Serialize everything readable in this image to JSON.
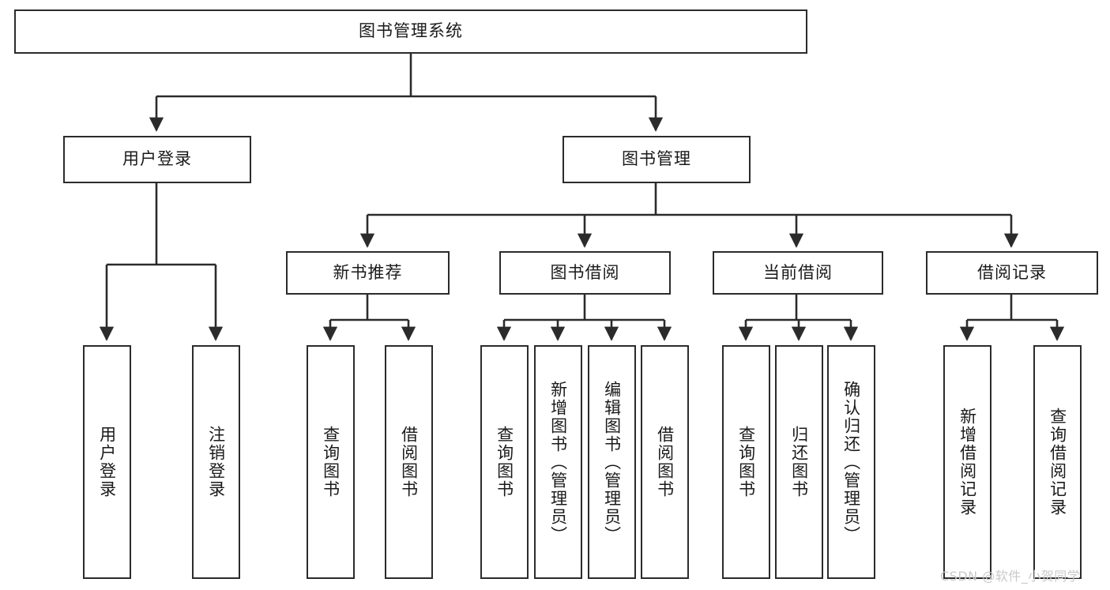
{
  "diagram": {
    "title": "图书管理系统",
    "orientation": "top-down tree",
    "background_color": "#ffffff",
    "line_color": "#2b2b2b",
    "text_color": "#1a1a1a",
    "root": {
      "id": "root",
      "label": "图书管理系统",
      "text_direction": "horizontal"
    },
    "level1": [
      {
        "id": "user-login",
        "label": "用户登录",
        "text_direction": "horizontal"
      },
      {
        "id": "book-management",
        "label": "图书管理",
        "text_direction": "horizontal"
      }
    ],
    "level2": [
      {
        "id": "new-book-recommend",
        "label": "新书推荐",
        "parent": "book-management",
        "text_direction": "horizontal"
      },
      {
        "id": "book-borrow",
        "label": "图书借阅",
        "parent": "book-management",
        "text_direction": "horizontal"
      },
      {
        "id": "current-borrow",
        "label": "当前借阅",
        "parent": "book-management",
        "text_direction": "horizontal"
      },
      {
        "id": "borrow-record",
        "label": "借阅记录",
        "parent": "book-management",
        "text_direction": "horizontal"
      }
    ],
    "leaves": [
      {
        "id": "leaf-user-login",
        "label": "用户登录",
        "parent": "user-login",
        "text_direction": "vertical"
      },
      {
        "id": "leaf-logout-login",
        "label": "注销登录",
        "parent": "user-login",
        "text_direction": "vertical"
      },
      {
        "id": "leaf-query-book-1",
        "label": "查询图书",
        "parent": "new-book-recommend",
        "text_direction": "vertical"
      },
      {
        "id": "leaf-borrow-book-1",
        "label": "借阅图书",
        "parent": "new-book-recommend",
        "text_direction": "vertical"
      },
      {
        "id": "leaf-query-book-2",
        "label": "查询图书",
        "parent": "book-borrow",
        "text_direction": "vertical"
      },
      {
        "id": "leaf-add-book",
        "label": "新增图书（管理员）",
        "parent": "book-borrow",
        "text_direction": "vertical"
      },
      {
        "id": "leaf-edit-book",
        "label": "编辑图书（管理员）",
        "parent": "book-borrow",
        "text_direction": "vertical"
      },
      {
        "id": "leaf-borrow-book-2",
        "label": "借阅图书",
        "parent": "book-borrow",
        "text_direction": "vertical"
      },
      {
        "id": "leaf-query-book-3",
        "label": "查询图书",
        "parent": "current-borrow",
        "text_direction": "vertical"
      },
      {
        "id": "leaf-return-book",
        "label": "归还图书",
        "parent": "current-borrow",
        "text_direction": "vertical"
      },
      {
        "id": "leaf-confirm-return",
        "label": "确认归还（管理员）",
        "parent": "current-borrow",
        "text_direction": "vertical"
      },
      {
        "id": "leaf-add-record",
        "label": "新增借阅记录",
        "parent": "borrow-record",
        "text_direction": "vertical"
      },
      {
        "id": "leaf-query-record",
        "label": "查询借阅记录",
        "parent": "borrow-record",
        "text_direction": "vertical"
      }
    ]
  },
  "watermark": {
    "text": "CSDN @软件_小贺同学",
    "color": "#c9c9c9"
  }
}
